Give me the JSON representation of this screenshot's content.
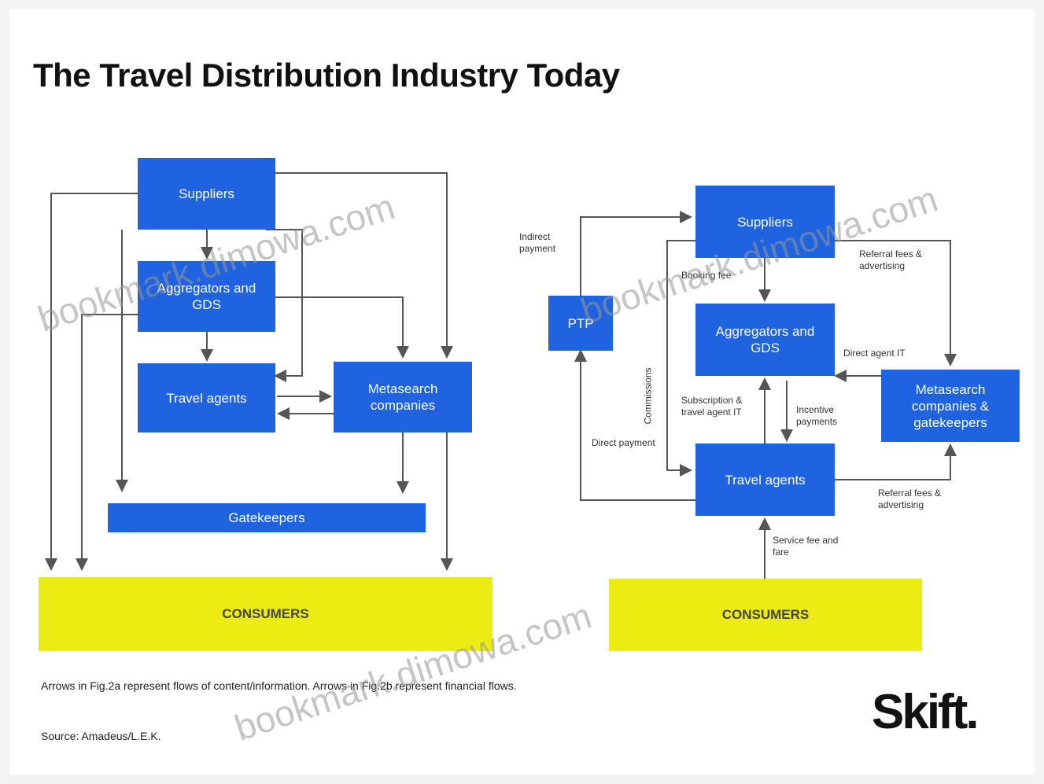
{
  "title": "The Travel Distribution Industry Today",
  "fig_a": {
    "suppliers": "Suppliers",
    "aggregators": "Aggregators and GDS",
    "travel_agents": "Travel agents",
    "metasearch": "Metasearch companies",
    "gatekeepers": "Gatekeepers",
    "consumers": "CONSUMERS"
  },
  "fig_b": {
    "suppliers": "Suppliers",
    "aggregators": "Aggregators and GDS",
    "travel_agents": "Travel agents",
    "metasearch": "Metasearch companies & gatekeepers",
    "ptp": "PTP",
    "consumers": "CONSUMERS",
    "labels": {
      "indirect_payment": "Indirect payment",
      "booking_fee": "Booking fee",
      "referral_top": "Referral fees & advertising",
      "direct_agent_it": "Direct agent IT",
      "commissions": "Commissions",
      "subscription": "Subscription & travel agent IT",
      "incentive": "Incentive payments",
      "direct_payment": "Direct payment",
      "referral_bottom": "Referral fees & advertising",
      "service_fee": "Service fee and fare"
    }
  },
  "footnote": "Arrows in Fig.2a represent flows of content/information. Arrows in Fig.2b represent financial flows.",
  "source": "Source: Amadeus/L.E.K.",
  "logo": "Skift.",
  "watermarks": [
    "bookmark.dimowa.com",
    "bookmark.dimowa.com",
    "bookmark.dimowa.com"
  ],
  "colors": {
    "box_blue": "#1f63e0",
    "consumer_yellow": "#ecec13",
    "line": "#555555"
  }
}
